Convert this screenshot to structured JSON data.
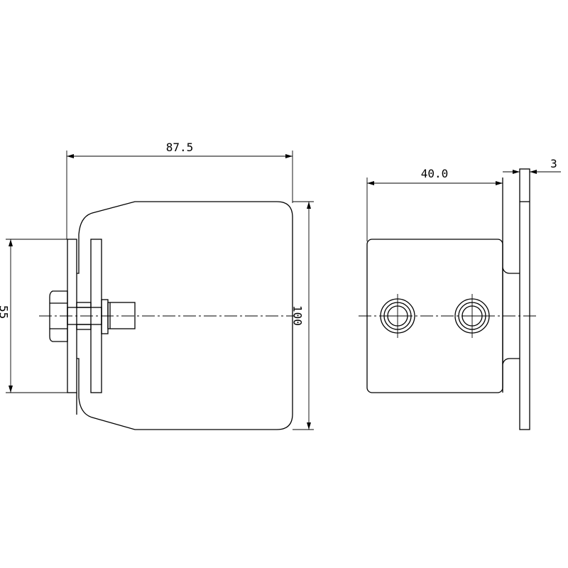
{
  "drawing": {
    "front_view": {
      "width_dimension": "87.5",
      "height_dimension": "100",
      "clamp_dimension": "55"
    },
    "side_view": {
      "depth_dimension": "40.0",
      "thickness_dimension": "3",
      "hole_count": 2
    }
  }
}
